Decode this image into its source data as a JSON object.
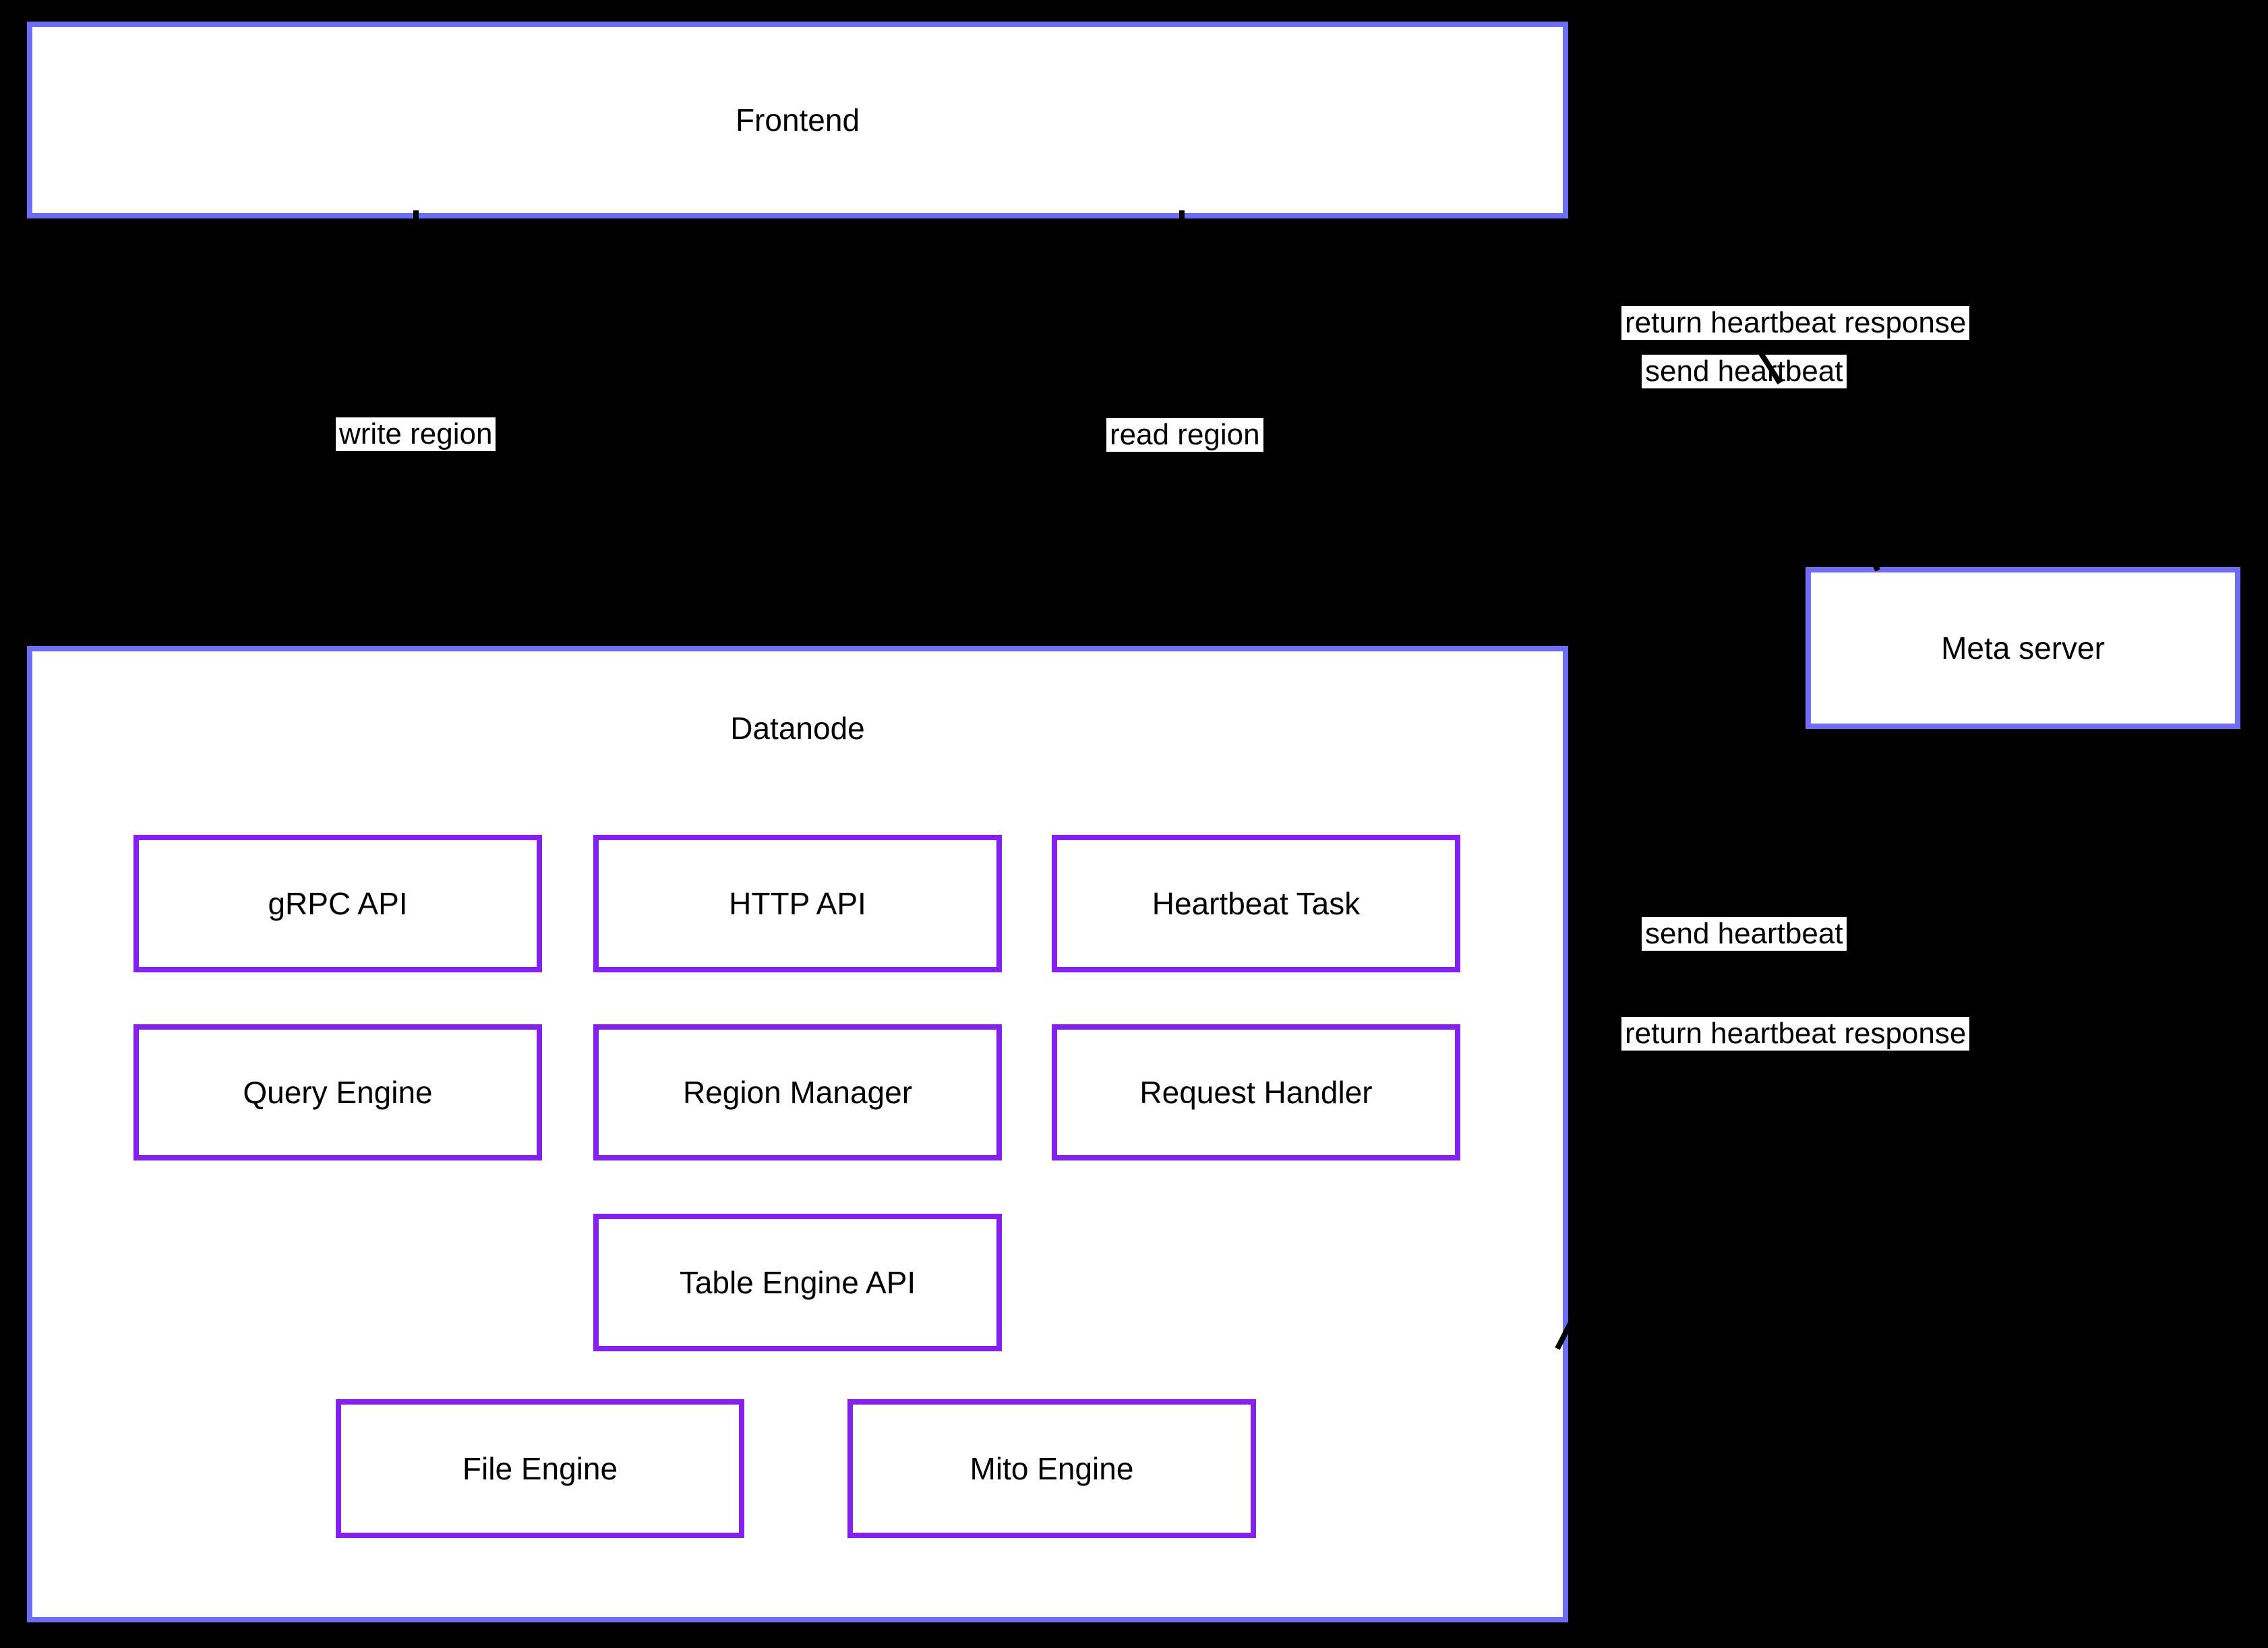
{
  "diagram": {
    "type": "architecture-flowchart",
    "nodes": {
      "frontend": {
        "label": "Frontend"
      },
      "datanode": {
        "label": "Datanode"
      },
      "meta_server": {
        "label": "Meta server"
      }
    },
    "datanode_modules": [
      {
        "id": "grpc-api",
        "label": "gRPC API"
      },
      {
        "id": "http-api",
        "label": "HTTP API"
      },
      {
        "id": "heartbeat-task",
        "label": "Heartbeat Task"
      },
      {
        "id": "query-engine",
        "label": "Query Engine"
      },
      {
        "id": "region-manager",
        "label": "Region Manager"
      },
      {
        "id": "request-handler",
        "label": "Request Handler"
      },
      {
        "id": "table-engine-api",
        "label": "Table Engine API"
      },
      {
        "id": "file-engine",
        "label": "File Engine"
      },
      {
        "id": "mito-engine",
        "label": "Mito Engine"
      }
    ],
    "edge_labels": {
      "write_region": "write region",
      "read_region": "read region",
      "frontend_meta_send": "send heartbeat",
      "frontend_meta_return": "return heartbeat response",
      "datanode_meta_send": "send heartbeat",
      "datanode_meta_return": "return heartbeat response"
    },
    "colors": {
      "background": "#000000",
      "node_fill": "#ffffff",
      "cluster_border": "#6e6ef5",
      "module_border": "#8520ef",
      "text": "#000000",
      "edge": "#000000",
      "label_bg": "#ffffff"
    }
  }
}
